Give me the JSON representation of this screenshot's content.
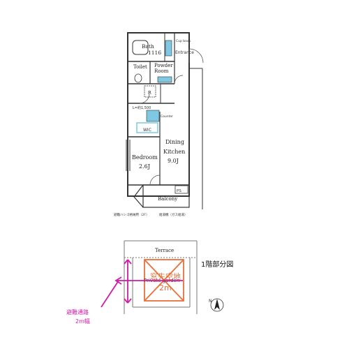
{
  "rooms": {
    "bath": "Bath",
    "bath_size": "1116",
    "toilet": "Toilet",
    "powder": "Powder",
    "powder2": "Room",
    "cup_book": "Cup book",
    "entrance": "Entrance",
    "refrigerator": "R",
    "wic": "WIC",
    "bedroom": "Bedroom",
    "bedroom_size": "2.6J",
    "dining": "Dining",
    "kitchen": "Kitchen",
    "kitchen_size": "9.0J",
    "balcony": "Balcony",
    "ps": "PS",
    "terrace": "Terrace",
    "private_garden": "Private garden"
  },
  "notes": {
    "ceiling_height": "L=約1,500",
    "counter": "Counter",
    "ladder_note": "避難ハシゴ格納用（2F）",
    "drain_note": "給湯機（ガス給湯）"
  },
  "labels": {
    "floor_part": "1階部分図",
    "garden_jp": "窓先空地",
    "garden_width": "2m",
    "evac_route": "避難通路",
    "evac_width": "2m幅",
    "north": "N"
  },
  "colors": {
    "accent_red": "#e8703a",
    "accent_magenta": "#d01aa8",
    "fixture_blue": "#7ec8e3",
    "wall": "#333333"
  }
}
